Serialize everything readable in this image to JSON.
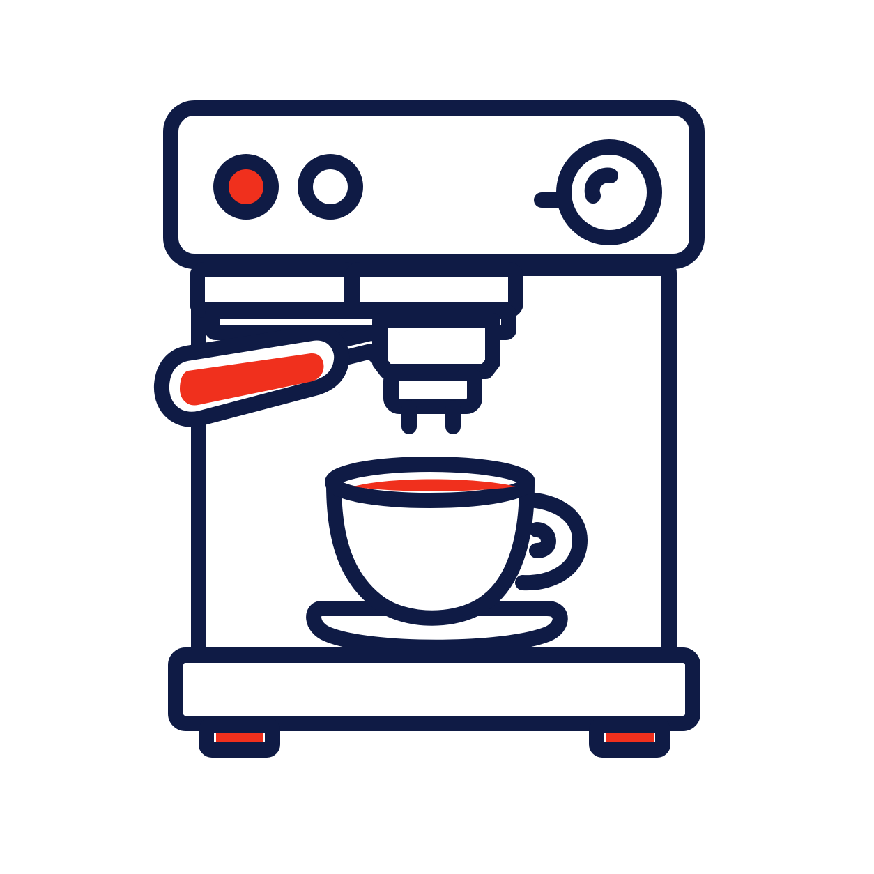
{
  "icon": {
    "name": "espresso-machine-icon",
    "colors": {
      "outline": "#0f1b45",
      "accent": "#f0301d",
      "fill": "#ffffff"
    },
    "parts": [
      "control-panel",
      "power-button",
      "steam-button",
      "pressure-gauge",
      "group-head",
      "portafilter",
      "portafilter-handle",
      "spouts",
      "coffee-cup",
      "saucer",
      "drip-tray",
      "feet"
    ]
  }
}
